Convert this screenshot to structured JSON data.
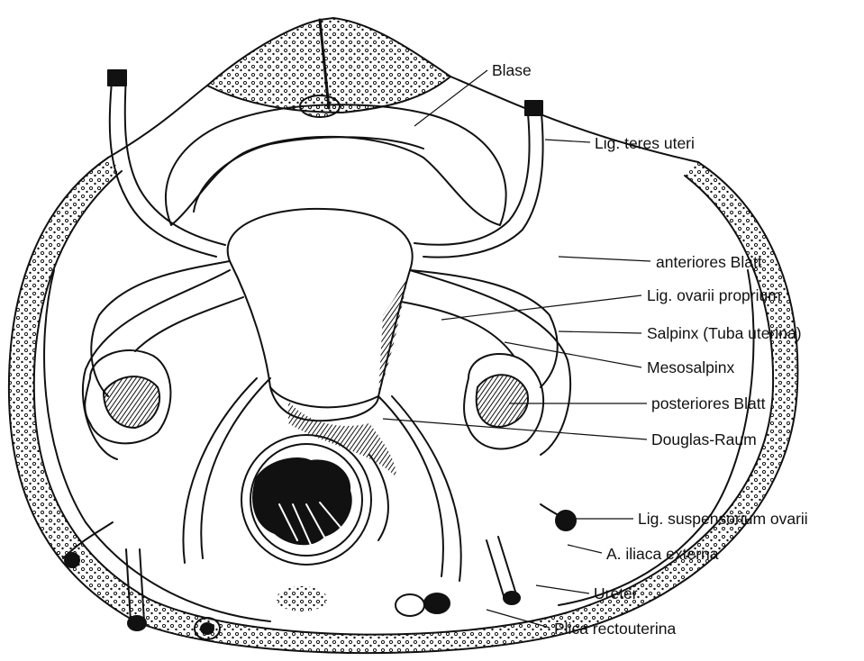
{
  "figure": {
    "labels": {
      "blase": "Blase",
      "lig_teres_uteri": "Lig. teres uteri",
      "anteriores_blatt": "anteriores Blatt",
      "lig_ovarii_proprium": "Lig. ovarii proprium",
      "salpinx": "Salpinx (Tuba uterina)",
      "mesosalpinx": "Mesosalpinx",
      "posteriores_blatt": "posteriores Blatt",
      "douglas_raum": "Douglas-Raum",
      "lig_suspensorium_ovarii": "Lig. suspensorium ovarii",
      "a_iliaca_externa": "A. iliaca externa",
      "ureter": "Ureter",
      "plica_rectouterina": "Plica rectouterina"
    },
    "colors": {
      "ink": "#111111",
      "background": "#ffffff"
    }
  }
}
